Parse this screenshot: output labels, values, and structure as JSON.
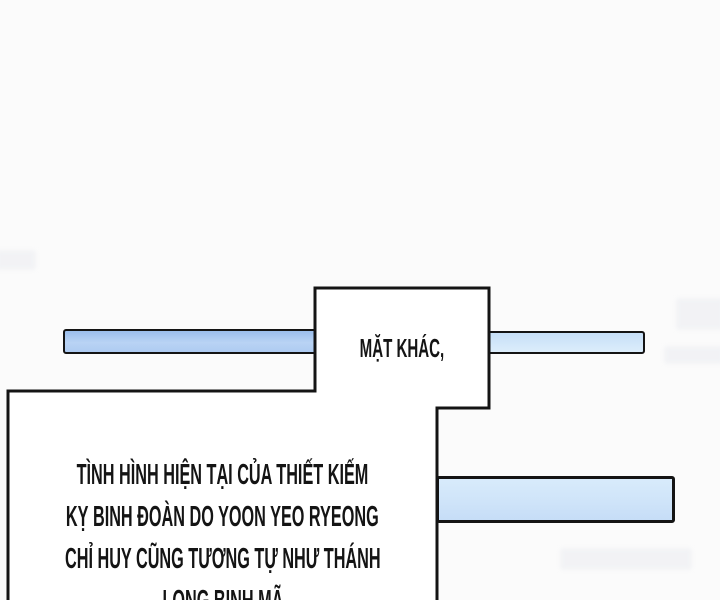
{
  "caption": {
    "text": "MẶT KHÁC,"
  },
  "narration": {
    "lines": [
      "TÌNH HÌNH HIỆN TẠI CỦA THIẾT KIẾM",
      "KỴ BINH ĐOÀN DO YOON YEO RYEONG",
      "CHỈ HUY CŨNG TƯƠNG TỰ NHƯ THÁNH",
      "LONG BINH MÃ"
    ]
  },
  "colors": {
    "ink": "#141414",
    "page_bg": "#fbfbfb",
    "panel_fill": "#ffffff",
    "smudge": "#f0f1f4",
    "bar_left_top": "#9bbeec",
    "bar_left_mid": "#b9d3f4",
    "bar_left_bottom": "#aecbf1",
    "bar_right_top": "#c6dff7",
    "bar_right_bottom": "#dcedfb",
    "bar_bottom_top": "#d8ebfb",
    "bar_bottom_mid": "#cfe4f9",
    "bar_bottom_bottom": "#c6ddf7"
  }
}
